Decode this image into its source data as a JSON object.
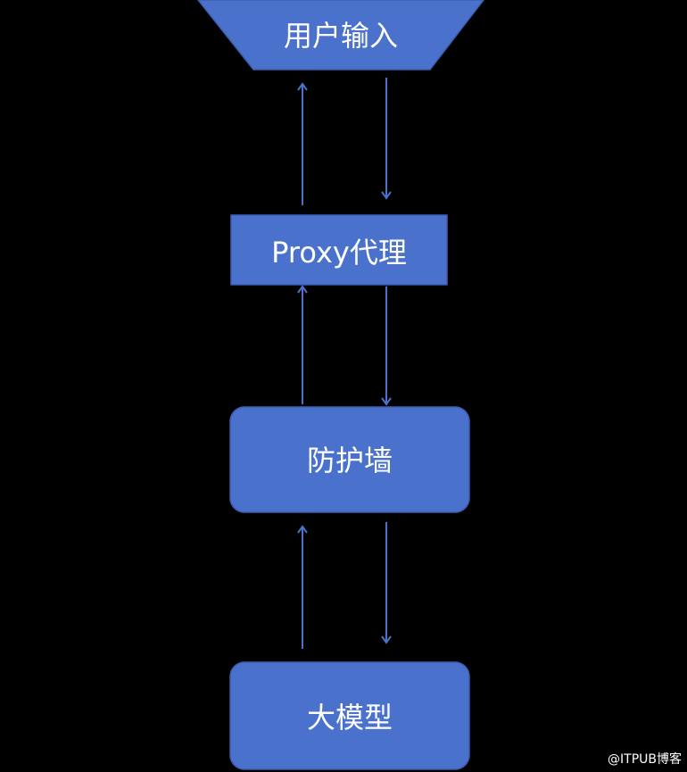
{
  "diagram": {
    "nodes": {
      "user_input": {
        "label": "用户输入"
      },
      "proxy": {
        "label": "Proxy代理"
      },
      "firewall": {
        "label": "防护墙"
      },
      "llm": {
        "label": "大模型"
      }
    },
    "colors": {
      "fill": "#4a72cc",
      "stroke": "#3a5fb0",
      "arrow": "#4a72cc",
      "background": "#000000",
      "text": "#ffffff"
    }
  },
  "watermark": {
    "text": "@ITPUB博客"
  }
}
